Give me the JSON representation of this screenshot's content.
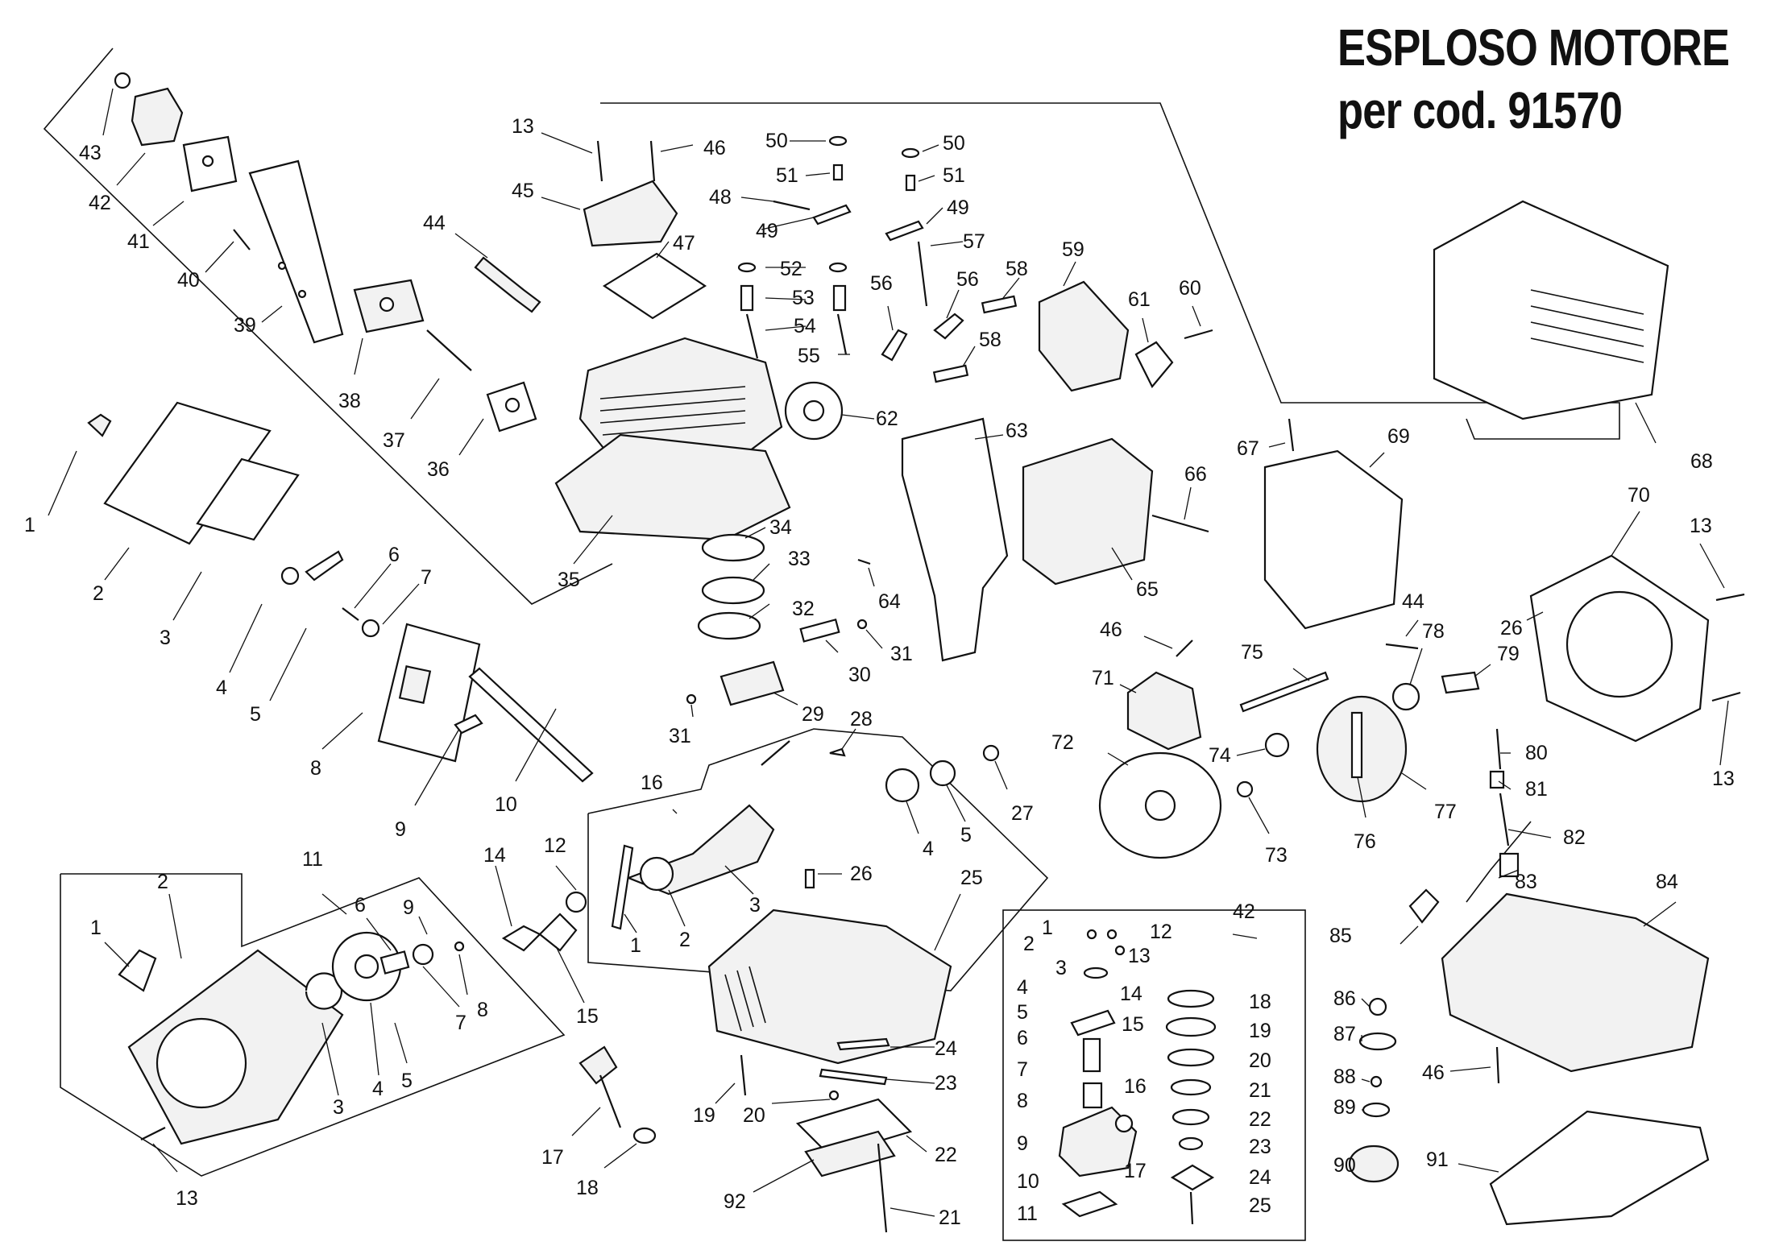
{
  "title": {
    "line1": "ESPLOSO MOTORE",
    "line2": "per cod. 91570"
  },
  "callouts": [
    {
      "id": "a1",
      "text": "43"
    },
    {
      "id": "a2",
      "text": "42"
    },
    {
      "id": "a3",
      "text": "41"
    },
    {
      "id": "a4",
      "text": "40"
    },
    {
      "id": "a5",
      "text": "39"
    },
    {
      "id": "a6",
      "text": "38"
    },
    {
      "id": "a7",
      "text": "37"
    },
    {
      "id": "a8",
      "text": "36"
    },
    {
      "id": "a9",
      "text": "44"
    },
    {
      "id": "a10",
      "text": "13"
    },
    {
      "id": "a11",
      "text": "46"
    },
    {
      "id": "a12",
      "text": "45"
    },
    {
      "id": "a13",
      "text": "47"
    },
    {
      "id": "a14",
      "text": "50"
    },
    {
      "id": "a15",
      "text": "51"
    },
    {
      "id": "a16",
      "text": "48"
    },
    {
      "id": "a17",
      "text": "49"
    },
    {
      "id": "a18",
      "text": "50"
    },
    {
      "id": "a19",
      "text": "51"
    },
    {
      "id": "a20",
      "text": "49"
    },
    {
      "id": "a21",
      "text": "52"
    },
    {
      "id": "a22",
      "text": "53"
    },
    {
      "id": "a23",
      "text": "54"
    },
    {
      "id": "a24",
      "text": "55"
    },
    {
      "id": "a25",
      "text": "57"
    },
    {
      "id": "a26",
      "text": "58"
    },
    {
      "id": "a27",
      "text": "56"
    },
    {
      "id": "a28",
      "text": "56"
    },
    {
      "id": "a29",
      "text": "59"
    },
    {
      "id": "a30",
      "text": "61"
    },
    {
      "id": "a31",
      "text": "60"
    },
    {
      "id": "a32",
      "text": "58"
    },
    {
      "id": "a33",
      "text": "62"
    },
    {
      "id": "a34",
      "text": "63"
    },
    {
      "id": "a35",
      "text": "1"
    },
    {
      "id": "a36",
      "text": "2"
    },
    {
      "id": "a37",
      "text": "3"
    },
    {
      "id": "a38",
      "text": "4"
    },
    {
      "id": "a39",
      "text": "5"
    },
    {
      "id": "a40",
      "text": "6"
    },
    {
      "id": "a41",
      "text": "7"
    },
    {
      "id": "a42",
      "text": "8"
    },
    {
      "id": "a43",
      "text": "9"
    },
    {
      "id": "a44",
      "text": "10"
    },
    {
      "id": "a45",
      "text": "35"
    },
    {
      "id": "a46",
      "text": "34"
    },
    {
      "id": "a47",
      "text": "33"
    },
    {
      "id": "a48",
      "text": "32"
    },
    {
      "id": "a49",
      "text": "30"
    },
    {
      "id": "a50",
      "text": "31"
    },
    {
      "id": "a51",
      "text": "29"
    },
    {
      "id": "a52",
      "text": "31"
    },
    {
      "id": "a53",
      "text": "28"
    },
    {
      "id": "a54",
      "text": "64"
    },
    {
      "id": "a55",
      "text": "66"
    },
    {
      "id": "a56",
      "text": "65"
    },
    {
      "id": "a57",
      "text": "67"
    },
    {
      "id": "a58",
      "text": "69"
    },
    {
      "id": "a59",
      "text": "68"
    },
    {
      "id": "a60",
      "text": "70"
    },
    {
      "id": "a61",
      "text": "13"
    },
    {
      "id": "a62",
      "text": "26"
    },
    {
      "id": "a63",
      "text": "44"
    },
    {
      "id": "a64",
      "text": "78"
    },
    {
      "id": "a65",
      "text": "79"
    },
    {
      "id": "a66",
      "text": "13"
    },
    {
      "id": "a67",
      "text": "46"
    },
    {
      "id": "a68",
      "text": "71"
    },
    {
      "id": "a69",
      "text": "75"
    },
    {
      "id": "a70",
      "text": "72"
    },
    {
      "id": "a71",
      "text": "74"
    },
    {
      "id": "a72",
      "text": "73"
    },
    {
      "id": "a73",
      "text": "76"
    },
    {
      "id": "a74",
      "text": "77"
    },
    {
      "id": "a75",
      "text": "80"
    },
    {
      "id": "a76",
      "text": "81"
    },
    {
      "id": "a77",
      "text": "82"
    },
    {
      "id": "a78",
      "text": "83"
    },
    {
      "id": "a79",
      "text": "84"
    },
    {
      "id": "a80",
      "text": "85"
    },
    {
      "id": "a81",
      "text": "86"
    },
    {
      "id": "a82",
      "text": "87"
    },
    {
      "id": "a83",
      "text": "88"
    },
    {
      "id": "a84",
      "text": "89"
    },
    {
      "id": "a85",
      "text": "90"
    },
    {
      "id": "a86",
      "text": "46"
    },
    {
      "id": "a87",
      "text": "91"
    },
    {
      "id": "a88",
      "text": "16"
    },
    {
      "id": "a89",
      "text": "27"
    },
    {
      "id": "a90",
      "text": "4"
    },
    {
      "id": "a91",
      "text": "5"
    },
    {
      "id": "a92",
      "text": "3"
    },
    {
      "id": "a93",
      "text": "2"
    },
    {
      "id": "a94",
      "text": "1"
    },
    {
      "id": "a95",
      "text": "26"
    },
    {
      "id": "a96",
      "text": "25"
    },
    {
      "id": "a97",
      "text": "11"
    },
    {
      "id": "a98",
      "text": "2"
    },
    {
      "id": "a99",
      "text": "1"
    },
    {
      "id": "a100",
      "text": "14"
    },
    {
      "id": "a101",
      "text": "12"
    },
    {
      "id": "a102",
      "text": "9"
    },
    {
      "id": "a103",
      "text": "6"
    },
    {
      "id": "a104",
      "text": "8"
    },
    {
      "id": "a105",
      "text": "7"
    },
    {
      "id": "a106",
      "text": "5"
    },
    {
      "id": "a107",
      "text": "4"
    },
    {
      "id": "a108",
      "text": "3"
    },
    {
      "id": "a109",
      "text": "15"
    },
    {
      "id": "a110",
      "text": "13"
    },
    {
      "id": "a111",
      "text": "17"
    },
    {
      "id": "a112",
      "text": "18"
    },
    {
      "id": "a113",
      "text": "19"
    },
    {
      "id": "a114",
      "text": "20"
    },
    {
      "id": "a115",
      "text": "24"
    },
    {
      "id": "a116",
      "text": "23"
    },
    {
      "id": "a117",
      "text": "22"
    },
    {
      "id": "a118",
      "text": "92"
    },
    {
      "id": "a119",
      "text": "21"
    },
    {
      "id": "a120",
      "text": "42"
    },
    {
      "id": "a121",
      "text": "1"
    },
    {
      "id": "a122",
      "text": "12"
    },
    {
      "id": "a123",
      "text": "2"
    },
    {
      "id": "a124",
      "text": "13"
    },
    {
      "id": "a125",
      "text": "3"
    },
    {
      "id": "a126",
      "text": "14"
    },
    {
      "id": "a127",
      "text": "4"
    },
    {
      "id": "a128",
      "text": "15"
    },
    {
      "id": "a129",
      "text": "5"
    },
    {
      "id": "a130",
      "text": "6"
    },
    {
      "id": "a131",
      "text": "16"
    },
    {
      "id": "a132",
      "text": "7"
    },
    {
      "id": "a133",
      "text": "8"
    },
    {
      "id": "a134",
      "text": "9"
    },
    {
      "id": "a135",
      "text": "17"
    },
    {
      "id": "a136",
      "text": "10"
    },
    {
      "id": "a137",
      "text": "11"
    },
    {
      "id": "a138",
      "text": "18"
    },
    {
      "id": "a139",
      "text": "19"
    },
    {
      "id": "a140",
      "text": "20"
    },
    {
      "id": "a141",
      "text": "21"
    },
    {
      "id": "a142",
      "text": "22"
    },
    {
      "id": "a143",
      "text": "23"
    },
    {
      "id": "a144",
      "text": "24"
    },
    {
      "id": "a145",
      "text": "25"
    }
  ]
}
